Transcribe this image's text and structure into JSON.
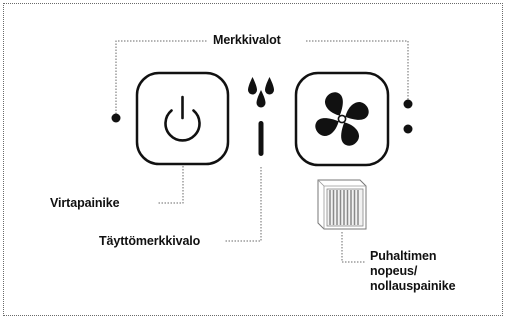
{
  "labels": {
    "indicator_lights": "Merkkivalot",
    "power_button": "Virtapainike",
    "fill_indicator": "Täyttömerkkivalo",
    "fan_speed_reset": [
      "Puhaltimen",
      "nopeus/",
      "nollauspainike"
    ]
  },
  "icons": {
    "power": "power-icon",
    "water_drops": "water-drops-icon",
    "fan": "fan-icon",
    "filter": "filter-icon"
  },
  "colors": {
    "line": "#6a6a6a",
    "ink": "#111111"
  }
}
